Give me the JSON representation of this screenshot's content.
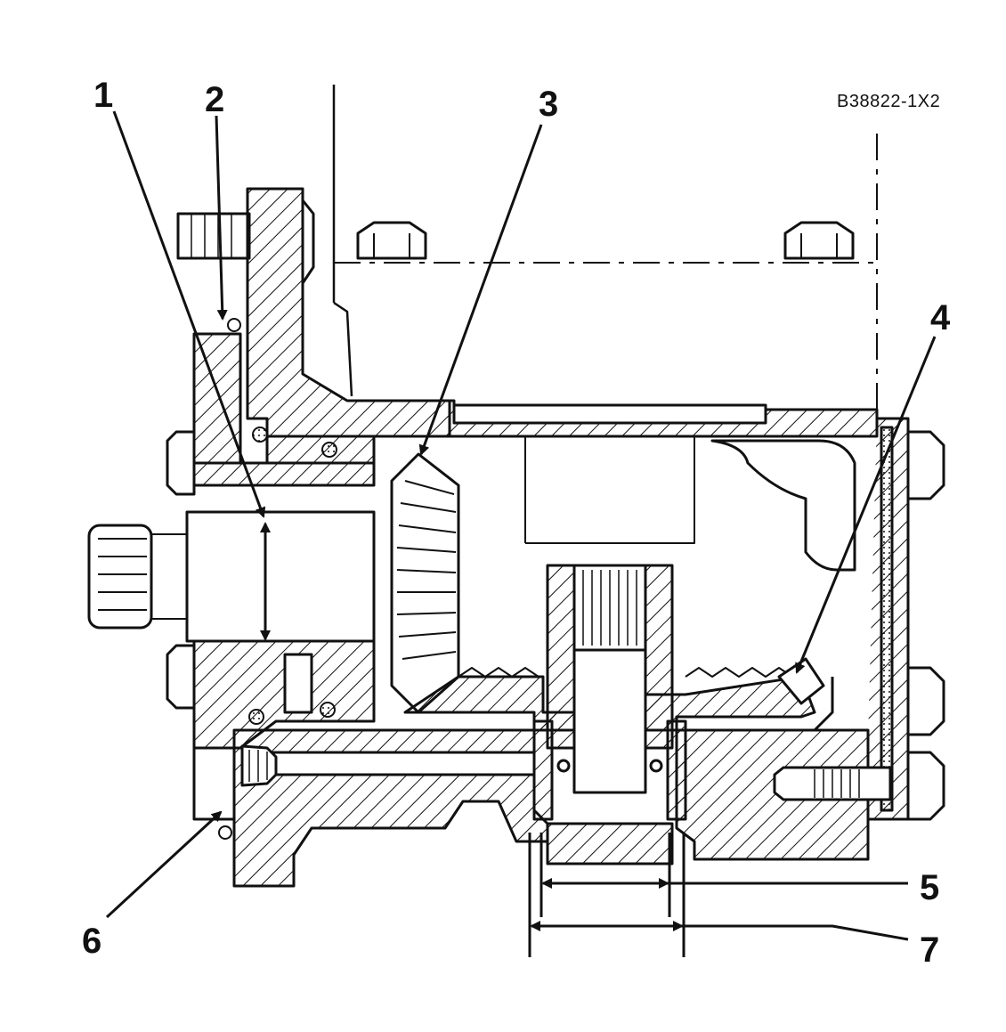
{
  "figure": {
    "reference_code": "B38822-1X2",
    "callouts": [
      "1",
      "2",
      "3",
      "4",
      "5",
      "6",
      "7"
    ]
  },
  "colors": {
    "ink": "#111111",
    "paper": "#ffffff"
  }
}
